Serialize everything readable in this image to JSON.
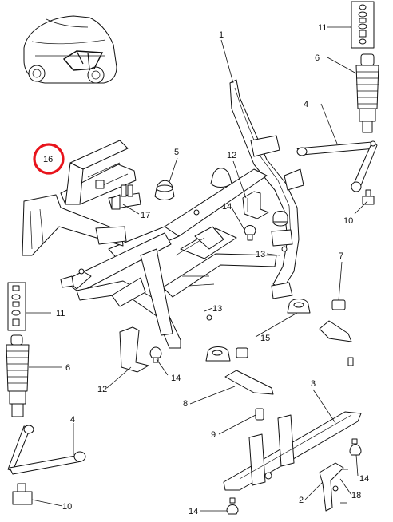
{
  "callouts": {
    "c1": "1",
    "c2": "2",
    "c3": "3",
    "c4a": "4",
    "c4b": "4",
    "c5": "5",
    "c6a": "6",
    "c6b": "6",
    "c8": "8",
    "c9": "9",
    "c10a": "10",
    "c10b": "10",
    "c11a": "11",
    "c11b": "11",
    "c12a": "12",
    "c12b": "12",
    "c13a": "13",
    "c13b": "13",
    "c14a": "14",
    "c14b": "14",
    "c14c": "14",
    "c14d": "14",
    "c15": "15",
    "c16": "16",
    "c17": "17",
    "c18": "18",
    "c7": "7"
  },
  "highlight_color": "#e8141c"
}
